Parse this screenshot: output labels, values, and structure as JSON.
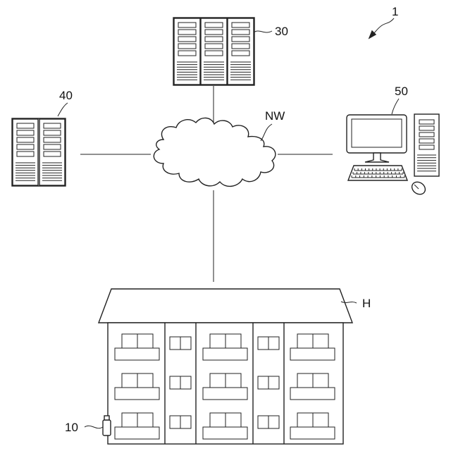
{
  "labels": {
    "system": "1",
    "server_top": "30",
    "server_left": "40",
    "terminal": "50",
    "network": "NW",
    "building": "H",
    "device": "10"
  }
}
